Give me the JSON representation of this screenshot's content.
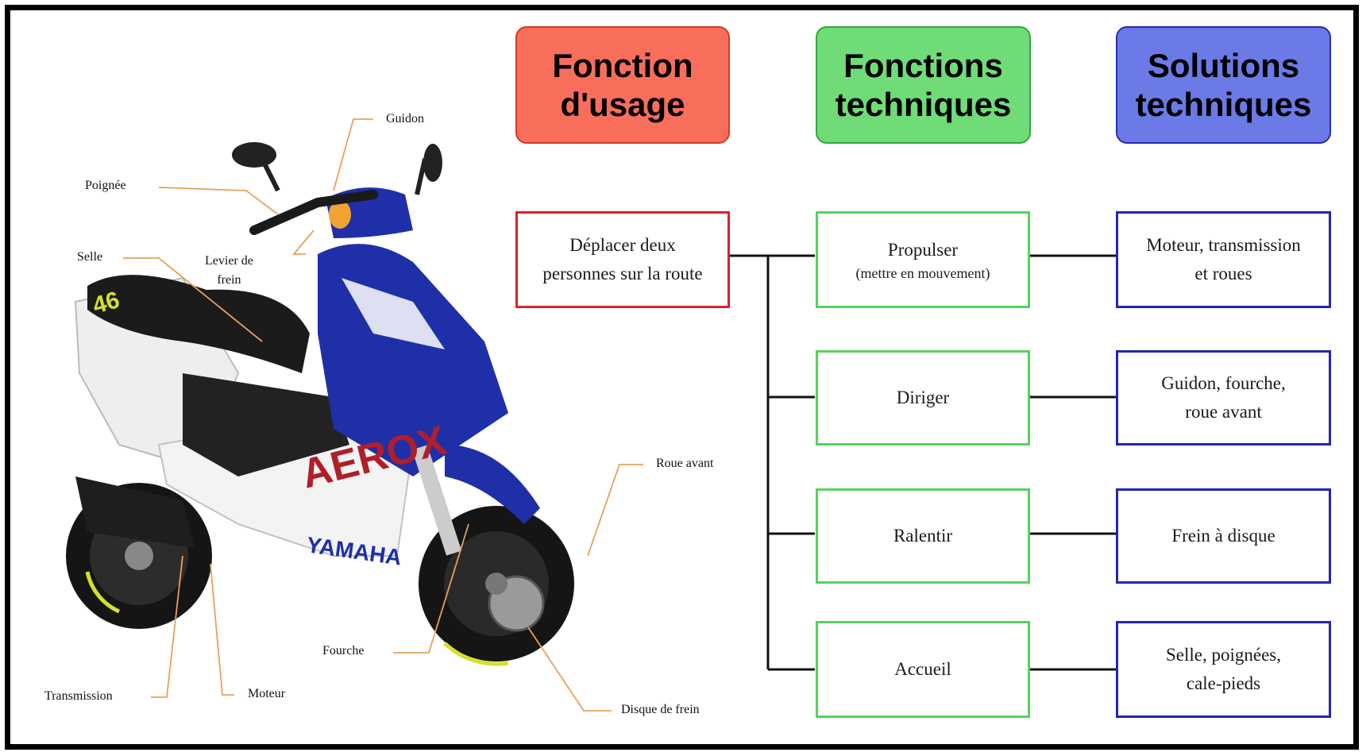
{
  "headers": {
    "usage": "Fonction\nd'usage",
    "fonctions": "Fonctions\ntechniques",
    "solutions": "Solutions\ntechniques"
  },
  "usage_function": "Déplacer deux\npersonnes sur la route",
  "technical_functions": [
    {
      "label": "Propulser",
      "sub": "(mettre en mouvement)"
    },
    {
      "label": "Diriger",
      "sub": ""
    },
    {
      "label": "Ralentir",
      "sub": ""
    },
    {
      "label": "Accueil",
      "sub": ""
    }
  ],
  "technical_solutions": [
    "Moteur, transmission\net roues",
    "Guidon, fourche,\nroue avant",
    "Frein à disque",
    "Selle, poignées,\ncale-pieds"
  ],
  "scooter_labels": {
    "guidon": "Guidon",
    "poignee": "Poignée",
    "selle": "Selle",
    "levier": "Levier de\nfrein",
    "roue_avant": "Roue avant",
    "fourche": "Fourche",
    "transmission": "Transmission",
    "moteur": "Moteur",
    "disque": "Disque de frein"
  },
  "scooter_decals": {
    "brand_side": "YAMAHA",
    "model_side": "AEROX",
    "number": "46"
  },
  "colors": {
    "header_usage_fill": "#f96e5b",
    "header_usage_border": "#d03a28",
    "header_fonctions_fill": "#6fdc78",
    "header_fonctions_border": "#2fa83b",
    "header_solutions_fill": "#6b7ae6",
    "header_solutions_border": "#2a2ab0",
    "box_red": "#d9232d",
    "box_green": "#55d35b",
    "box_blue": "#2424b4",
    "leader_line": "#e8a05a",
    "scooter_blue": "#1f2fa8",
    "scooter_black": "#1c1c1c"
  }
}
